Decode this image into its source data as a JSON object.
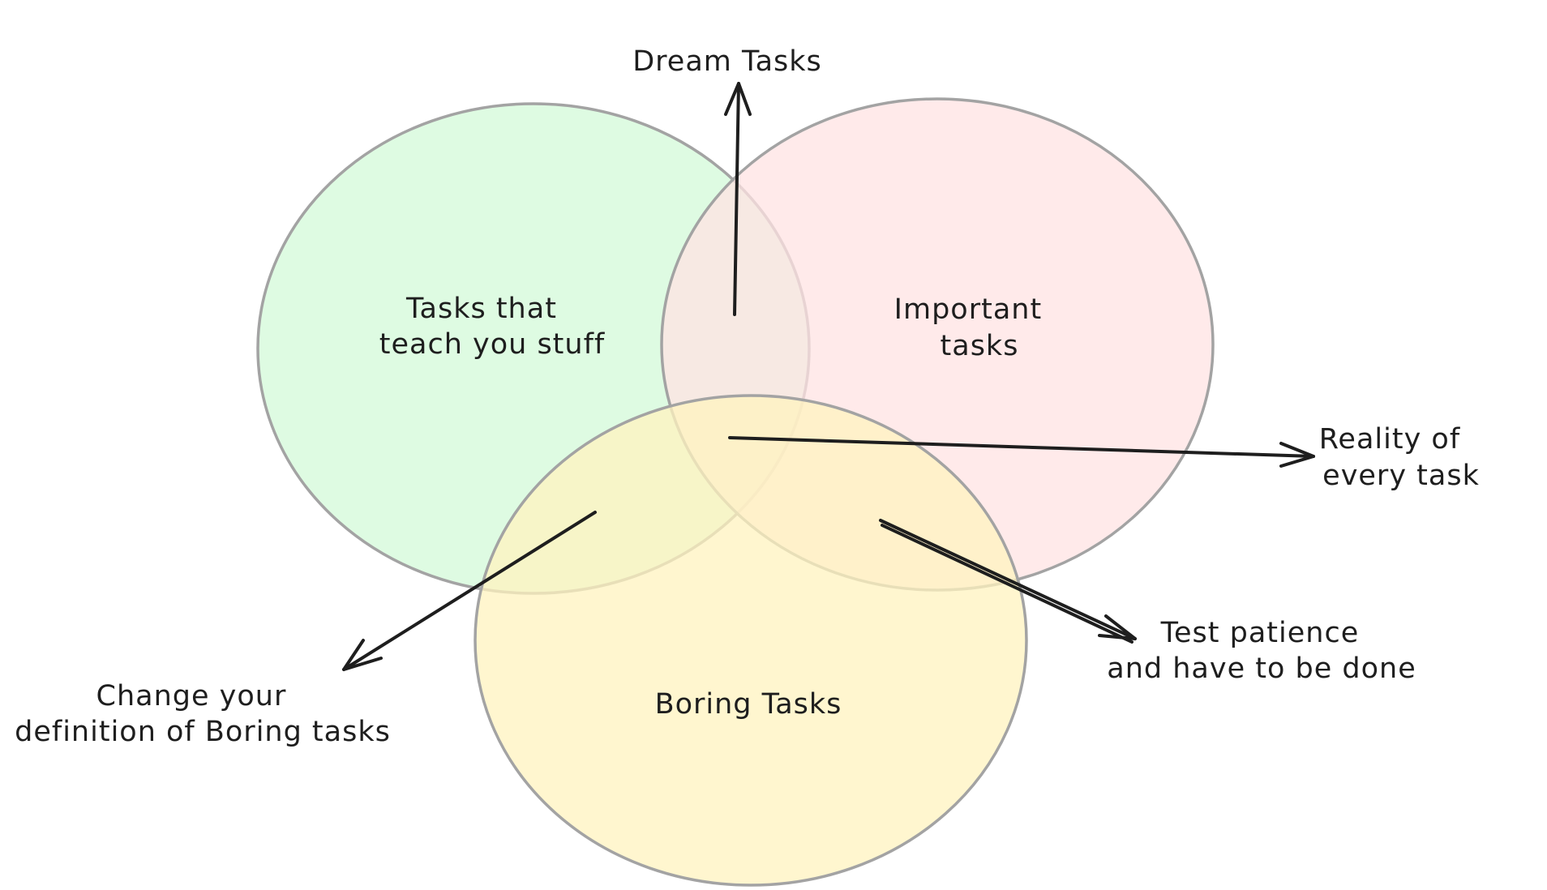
{
  "diagram": {
    "circles": [
      {
        "id": "teach",
        "label_lines": [
          "Tasks that",
          "teach you stuff"
        ],
        "fill": "#d3f9d8"
      },
      {
        "id": "important",
        "label_lines": [
          "Important",
          "tasks"
        ],
        "fill": "#ffe3e3"
      },
      {
        "id": "boring",
        "label_lines": [
          "Boring Tasks"
        ],
        "fill": "#fff3bf"
      }
    ],
    "callouts": [
      {
        "id": "dream",
        "label_lines": [
          "Dream Tasks"
        ]
      },
      {
        "id": "reality",
        "label_lines": [
          "Reality of",
          "every task"
        ]
      },
      {
        "id": "patience",
        "label_lines": [
          "Test patience",
          "and have to be done"
        ]
      },
      {
        "id": "change",
        "label_lines": [
          "Change your",
          "definition of Boring tasks"
        ]
      }
    ],
    "colors": {
      "circle_stroke": "#a3a3a3",
      "ink": "#1e1e1e",
      "background": "#ffffff"
    }
  }
}
